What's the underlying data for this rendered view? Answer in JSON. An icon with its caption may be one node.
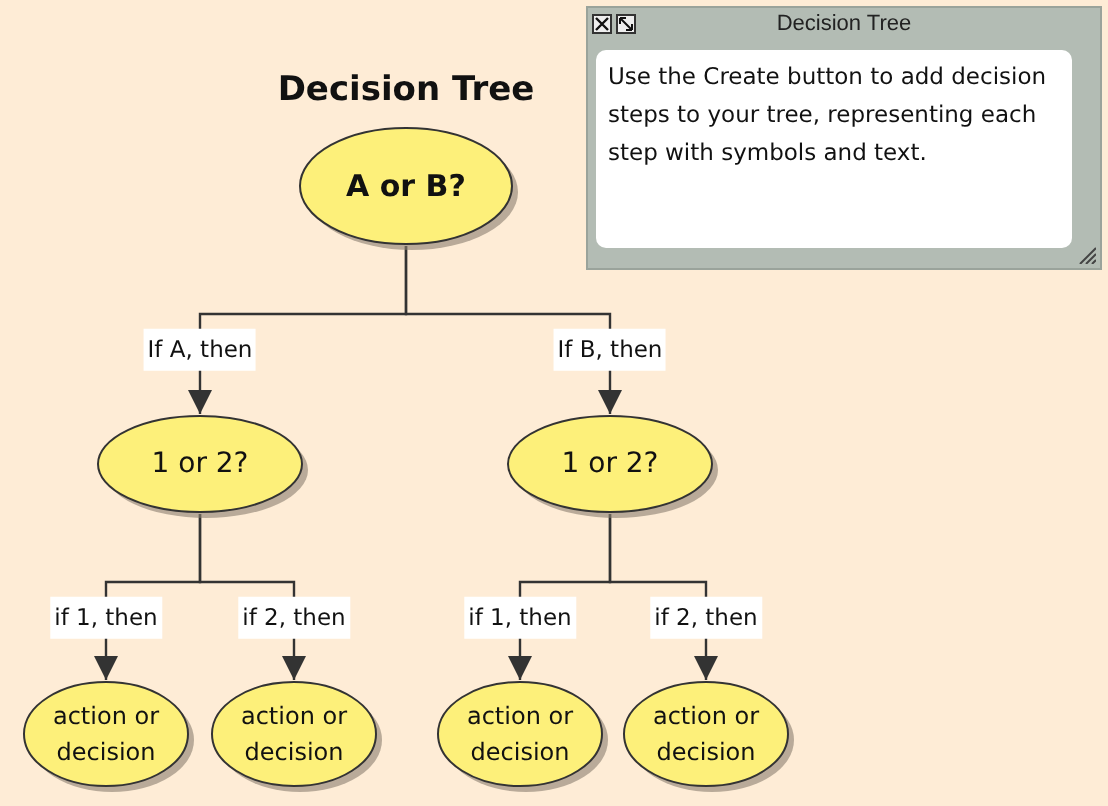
{
  "diagram": {
    "title": "Decision Tree",
    "nodes": [
      {
        "text": [
          "A or B?"
        ]
      },
      {
        "text": [
          "1 or 2?"
        ]
      },
      {
        "text": [
          "1 or 2?"
        ]
      },
      {
        "text": [
          "action or decision"
        ]
      },
      {
        "text": [
          "action or decision"
        ]
      },
      {
        "text": [
          "action or decision"
        ]
      },
      {
        "text": [
          "action or decision"
        ]
      },
      {
        "text": [
          "Decision Tree",
          "Use the Create button to add decision steps to your tree, representing each step with symbols and text."
        ]
      }
    ],
    "edges": [
      {
        "from": 0,
        "to": 1,
        "arrow": "to",
        "label": "If A, then"
      },
      {
        "from": 0,
        "to": 2,
        "arrow": "to",
        "label": "If B, then"
      },
      {
        "from": 1,
        "to": 3,
        "arrow": "to",
        "label": "if 1, then"
      },
      {
        "from": 1,
        "to": 4,
        "arrow": "to",
        "label": "if 2, then"
      },
      {
        "from": 2,
        "to": 5,
        "arrow": "to",
        "label": "if 1, then"
      },
      {
        "from": 2,
        "to": 6,
        "arrow": "to",
        "label": "if 2, then"
      }
    ]
  }
}
